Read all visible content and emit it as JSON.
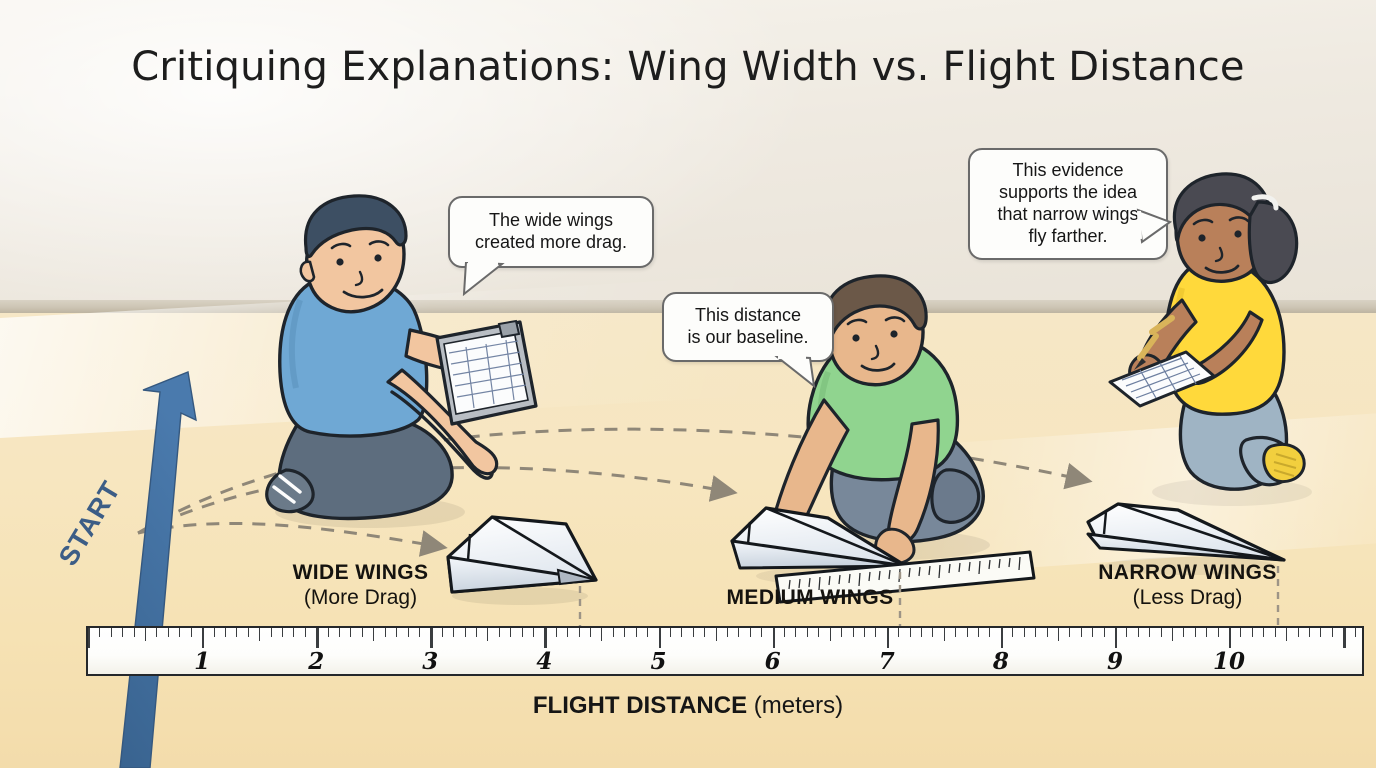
{
  "title": "Critiquing Explanations: Wing Width vs. Flight Distance",
  "scene": {
    "wall_color": "#efeae1",
    "floor_color": "#f6e4bd",
    "baseboard_color": "#cdc5b4",
    "accent_blue": "#3f6fa3",
    "dash_color": "#8d8475"
  },
  "start_marker": {
    "label": "START",
    "arrow_color": "#3f6fa3"
  },
  "speech_bubbles": [
    {
      "id": "bubble-wide-wings",
      "speaker": "student-blue",
      "lines": [
        "The wide wings",
        "created more drag."
      ]
    },
    {
      "id": "bubble-baseline",
      "speaker": "student-green",
      "lines": [
        "This distance",
        "is our baseline."
      ]
    },
    {
      "id": "bubble-evidence",
      "speaker": "student-yellow",
      "lines": [
        "This evidence",
        "supports the idea",
        "that narrow wings",
        "fly farther."
      ]
    }
  ],
  "students": [
    {
      "id": "student-blue",
      "shirt_color": "#6fa8d4",
      "pants_color": "#5d6d7e",
      "hair_color": "#3d4f63",
      "skin_color": "#f2c6a0",
      "prop": "clipboard"
    },
    {
      "id": "student-green",
      "shirt_color": "#90d48f",
      "pants_color": "#78889a",
      "hair_color": "#6b5848",
      "skin_color": "#e8b78c",
      "prop": "ruler"
    },
    {
      "id": "student-yellow",
      "shirt_color": "#ffd93b",
      "pants_color": "#9fb4c4",
      "hair_color": "#4a4a52",
      "skin_color": "#b9805a",
      "prop": "data-sheet"
    }
  ],
  "ground_labels": [
    {
      "id": "label-wide",
      "line1": "WIDE WINGS",
      "line2": "(More Drag)"
    },
    {
      "id": "label-medium",
      "line1": "MEDIUM WINGS",
      "line2": ""
    },
    {
      "id": "label-narrow",
      "line1": "NARROW WINGS",
      "line2": "(Less Drag)"
    }
  ],
  "axis": {
    "label_bold": "FLIGHT DISTANCE",
    "label_unit": "(meters)",
    "ticks": [
      "1",
      "2",
      "3",
      "4",
      "5",
      "6",
      "7",
      "8",
      "9",
      "10"
    ],
    "minor_ticks_per_unit": 10
  },
  "chart_data": {
    "type": "bar",
    "title": "Critiquing Explanations: Wing Width vs. Flight Distance",
    "xlabel": "FLIGHT DISTANCE (meters)",
    "ylabel": "",
    "categories": [
      "WIDE WINGS (More Drag)",
      "MEDIUM WINGS",
      "NARROW WINGS (Less Drag)"
    ],
    "values": [
      4.3,
      7.0,
      10.3
    ],
    "xlim": [
      0,
      11
    ],
    "grid": false,
    "legend": "none",
    "annotations": [
      "The wide wings created more drag.",
      "This distance is our baseline.",
      "This evidence supports the idea that narrow wings fly farther."
    ]
  },
  "planes": [
    {
      "id": "plane-wide",
      "landing_m": 4.3,
      "wing": "wide"
    },
    {
      "id": "plane-medium",
      "landing_m": 7.0,
      "wing": "medium"
    },
    {
      "id": "plane-narrow",
      "landing_m": 10.3,
      "wing": "narrow"
    }
  ]
}
